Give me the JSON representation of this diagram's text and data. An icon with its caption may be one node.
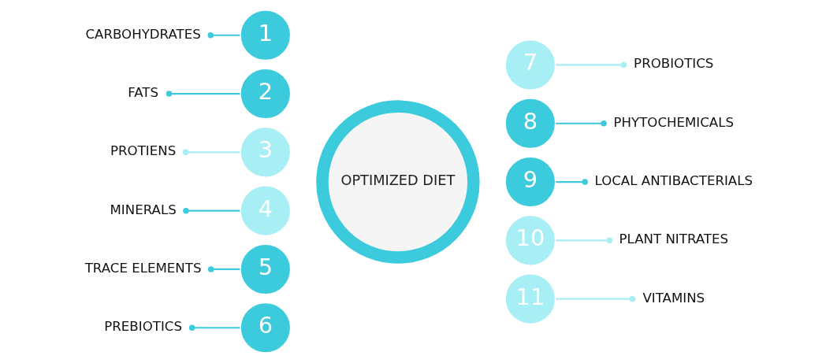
{
  "diagram": {
    "nodes": [
      {
        "text": [
          "OPTIMIZED DIET"
        ]
      },
      {
        "text": [
          "1"
        ]
      },
      {
        "text": [
          "2"
        ]
      },
      {
        "text": [
          "3"
        ]
      },
      {
        "text": [
          "4"
        ]
      },
      {
        "text": [
          "5"
        ]
      },
      {
        "text": [
          "6"
        ]
      },
      {
        "text": [
          "7"
        ]
      },
      {
        "text": [
          "8"
        ]
      },
      {
        "text": [
          "9"
        ]
      },
      {
        "text": [
          "10"
        ]
      },
      {
        "text": [
          "11"
        ]
      },
      {
        "text": [
          "CARBOHYDRATES"
        ]
      },
      {
        "text": [
          "FATS"
        ]
      },
      {
        "text": [
          "PROTIENS"
        ]
      },
      {
        "text": [
          "MINERALS"
        ]
      },
      {
        "text": [
          "TRACE ELEMENTS"
        ]
      },
      {
        "text": [
          "PREBIOTICS"
        ]
      },
      {
        "text": [
          "PROBIOTICS"
        ]
      },
      {
        "text": [
          "PHYTOCHEMICALS"
        ]
      },
      {
        "text": [
          "LOCAL ANTIBACTERIALS"
        ]
      },
      {
        "text": [
          "PLANT NITRATES"
        ]
      },
      {
        "text": [
          "VITAMINS"
        ]
      }
    ],
    "edges": [
      {
        "from": 12,
        "to": 1,
        "arrow": "other"
      },
      {
        "from": 13,
        "to": 2,
        "arrow": "other"
      },
      {
        "from": 14,
        "to": 3,
        "arrow": "other",
        "color": "#a8eef5"
      },
      {
        "from": 15,
        "to": 4,
        "arrow": "other"
      },
      {
        "from": 16,
        "to": 5,
        "arrow": "other"
      },
      {
        "from": 17,
        "to": 6,
        "arrow": "other"
      },
      {
        "from": 18,
        "to": 7,
        "arrow": "other",
        "color": "#a8eef5"
      },
      {
        "from": 19,
        "to": 8,
        "arrow": "other"
      },
      {
        "from": 20,
        "to": 9,
        "arrow": "other"
      },
      {
        "from": 21,
        "to": 10,
        "arrow": "other",
        "color": "#a8eef5"
      },
      {
        "from": 22,
        "to": 11,
        "arrow": "other",
        "color": "#a8eef5"
      }
    ]
  }
}
